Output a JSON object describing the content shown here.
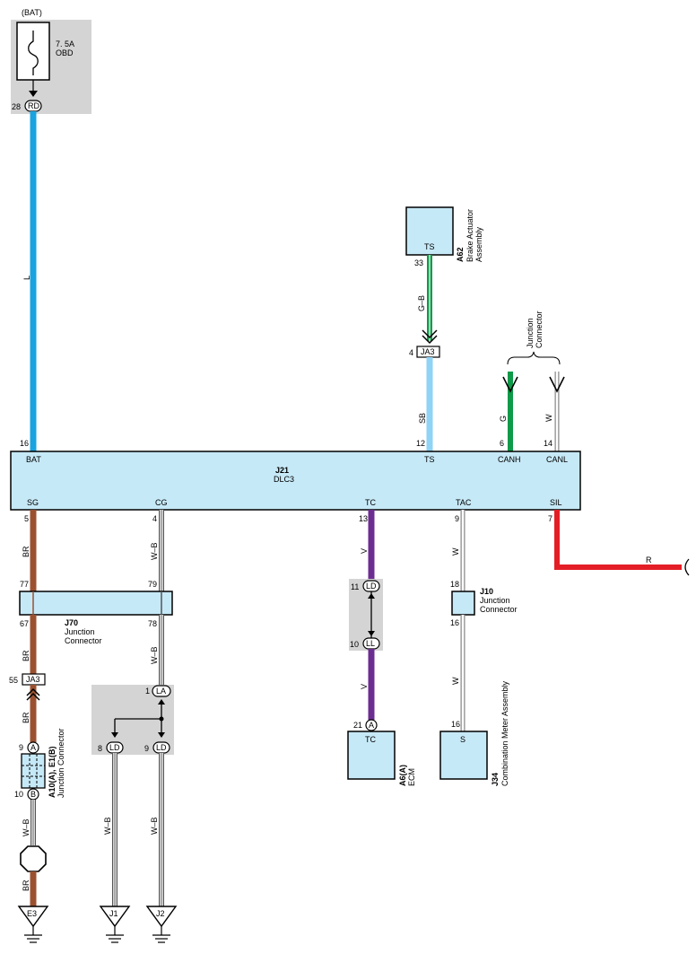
{
  "colors": {
    "L": "#1aa3e0",
    "SB": "#8fd3f5",
    "G": "#0e9a48",
    "GB": "#0e9a48",
    "BR": "#9b5130",
    "V": "#6c2d91",
    "R": "#e41e26",
    "box_fill": "#c6e9f7",
    "gray_fill": "#d4d4d4"
  },
  "fuse": {
    "supply": "(BAT)",
    "rating": "7. 5A",
    "name": "OBD",
    "pin": "28",
    "connector": "RD"
  },
  "dlc3": {
    "code": "J21",
    "name": "DLC3",
    "top_pins": {
      "bat": "BAT",
      "ts": "TS",
      "canh": "CANH",
      "canl": "CANL"
    },
    "top_numbers": {
      "bat": "16",
      "ts": "12",
      "canh": "6",
      "canl": "14"
    },
    "bottom_pins": {
      "sg": "SG",
      "cg": "CG",
      "tc": "TC",
      "tac": "TAC",
      "sil": "SIL"
    },
    "bottom_numbers": {
      "sg": "5",
      "cg": "4",
      "tc": "13",
      "tac": "9",
      "sil": "7"
    }
  },
  "brake": {
    "code": "A62",
    "name1": "Brake Actuator",
    "name2": "Assembly",
    "terminal": "TS",
    "pin": "33"
  },
  "ja3_top": {
    "label": "JA3",
    "pin": "4"
  },
  "junction_top": {
    "name1": "Junction",
    "name2": "Connector"
  },
  "wires": {
    "l": "L",
    "sb": "SB",
    "gb": "G–B",
    "g": "G",
    "w": "W",
    "br": "BR",
    "wb": "W–B",
    "v": "V",
    "r": "R"
  },
  "j70": {
    "code": "J70",
    "name1": "Junction",
    "name2": "Connector",
    "p77": "77",
    "p79": "79",
    "p67": "67",
    "p78": "78"
  },
  "ja3_bottom": {
    "label": "JA3",
    "pin": "55"
  },
  "a10": {
    "code": "A10(A), E1(B)",
    "name": "Junction Connector",
    "pa": "9",
    "pa_letter": "A",
    "pb": "10",
    "pb_letter": "B"
  },
  "la_group": {
    "la": "LA",
    "la_pin": "1",
    "ld": "LD",
    "ld1_pin": "8",
    "ld2_pin": "9"
  },
  "tc_group": {
    "ld": "LD",
    "ld_pin": "11",
    "ll": "LL",
    "ll_pin": "10"
  },
  "ecm": {
    "code": "A6(A)",
    "name": "ECM",
    "terminal": "TC",
    "pin": "21",
    "letter": "A"
  },
  "j10": {
    "code": "J10",
    "name1": "Junction",
    "name2": "Connector",
    "p18": "18",
    "p16": "16"
  },
  "j34": {
    "code": "J34",
    "name": "Combination Meter Assembly",
    "terminal": "S",
    "pin": "16"
  },
  "grounds": {
    "e3": "E3",
    "j1": "J1",
    "j2": "J2"
  }
}
